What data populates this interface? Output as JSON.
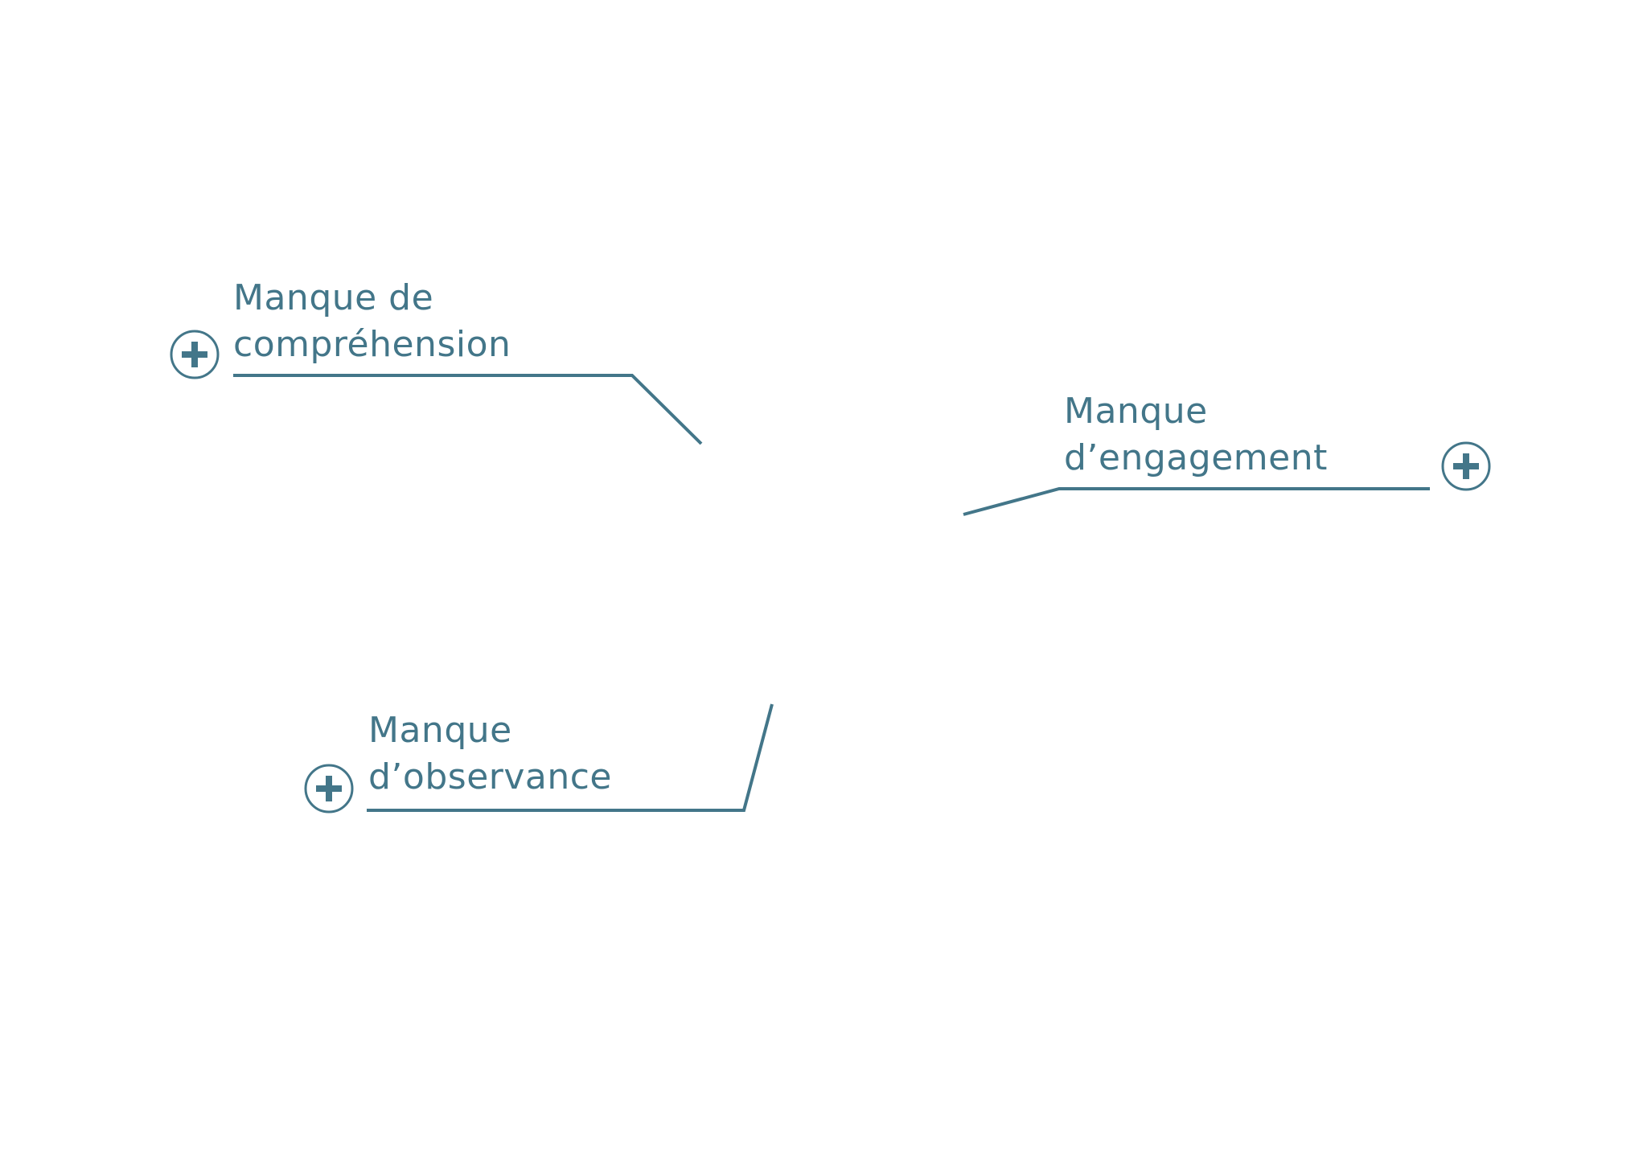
{
  "theme": {
    "accent": "#437689",
    "background": "#ffffff"
  },
  "callouts": [
    {
      "id": "comprehension",
      "label_lines": [
        "Manque de",
        "compréhension"
      ],
      "icon": "plus-circle-icon"
    },
    {
      "id": "engagement",
      "label_lines": [
        "Manque",
        "d’engagement"
      ],
      "icon": "plus-circle-icon"
    },
    {
      "id": "observance",
      "label_lines": [
        "Manque",
        "d’observance"
      ],
      "icon": "plus-circle-icon"
    }
  ]
}
